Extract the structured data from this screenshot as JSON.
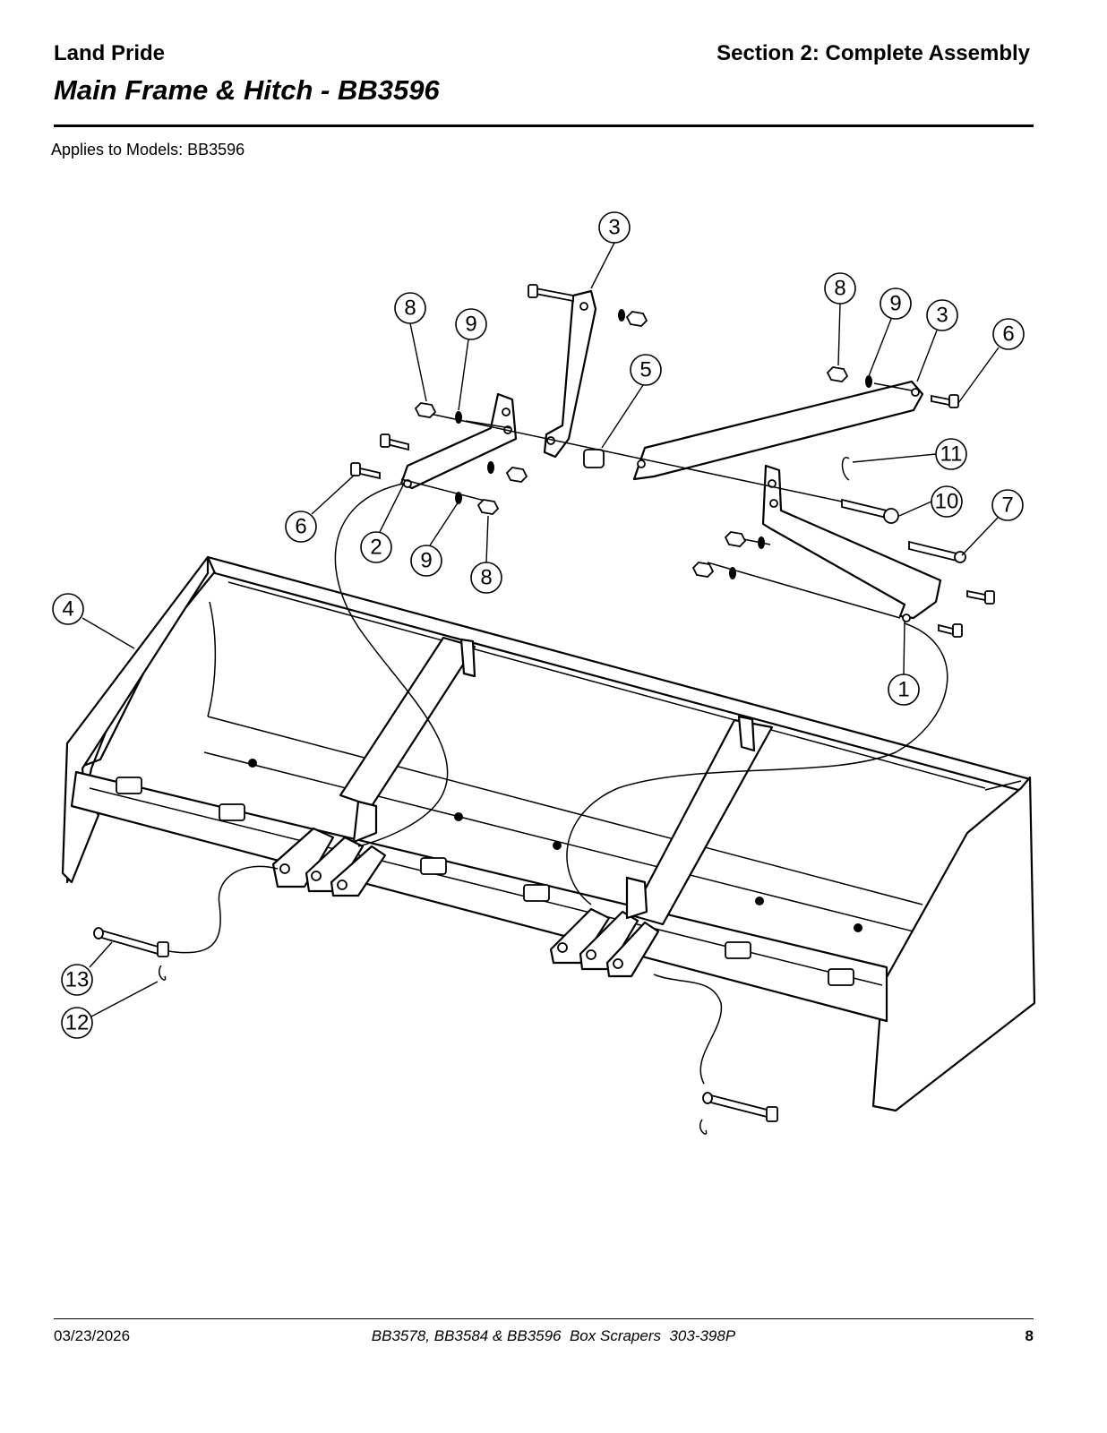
{
  "header": {
    "brand": "Land Pride",
    "section": "Section 2: Complete Assembly",
    "title": "Main Frame & Hitch - BB3596",
    "applies": "Applies to Models: BB3596"
  },
  "callouts": [
    "3",
    "8",
    "9",
    "5",
    "8",
    "9",
    "3",
    "6",
    "11",
    "6",
    "2",
    "9",
    "8",
    "10",
    "7",
    "4",
    "1",
    "13",
    "12"
  ],
  "footer": {
    "date": "03/23/2026",
    "title": "BB3578, BB3584 & BB3596  Box Scrapers  303-398P",
    "page": "8"
  }
}
